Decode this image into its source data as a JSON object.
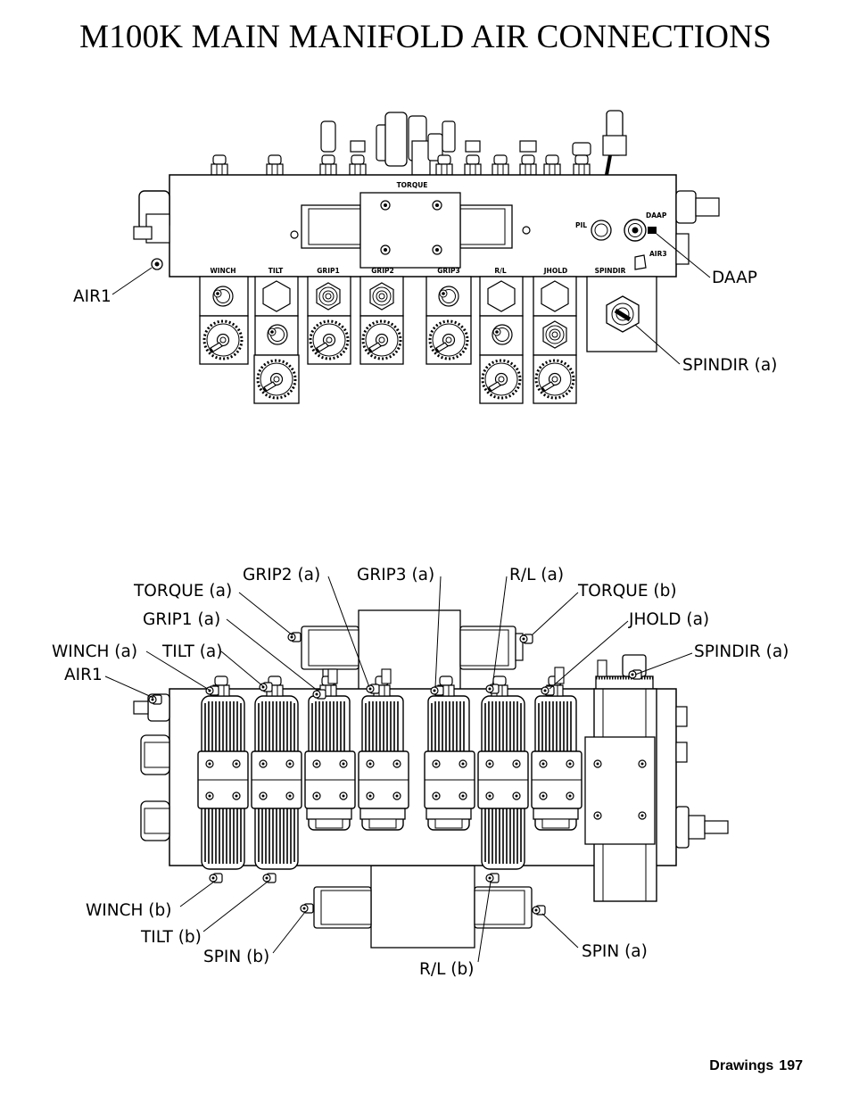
{
  "page": {
    "title": "M100K MAIN MANIFOLD AIR CONNECTIONS",
    "footer_section": "Drawings",
    "footer_page": "197"
  },
  "top_view": {
    "part_labels": {
      "torque": "TORQUE",
      "pil": "PIL",
      "daap": "DAAP",
      "air3": "AIR3",
      "stations": [
        "WINCH",
        "TILT",
        "GRIP1",
        "GRIP2",
        "GRIP3",
        "R/L",
        "JHOLD",
        "SPINDIR"
      ]
    },
    "callouts": {
      "air1": "AIR1",
      "daap": "DAAP",
      "spindir_a": "SPINDIR (a)"
    }
  },
  "front_view": {
    "callouts": {
      "grip2_a": "GRIP2 (a)",
      "grip3_a": "GRIP3 (a)",
      "rl_a": "R/L (a)",
      "torque_a": "TORQUE (a)",
      "torque_b": "TORQUE (b)",
      "grip1_a": "GRIP1 (a)",
      "jhold_a": "JHOLD (a)",
      "winch_a": "WINCH (a)",
      "tilt_a": "TILT (a)",
      "spindir_a": "SPINDIR (a)",
      "air1": "AIR1",
      "winch_b": "WINCH (b)",
      "tilt_b": "TILT (b)",
      "spin_b": "SPIN (b)",
      "rl_b": "R/L (b)",
      "spin_a": "SPIN (a)"
    }
  }
}
